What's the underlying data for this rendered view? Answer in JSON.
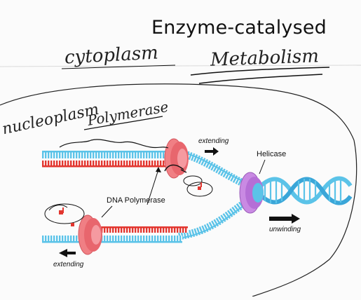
{
  "title": "Enzyme-catalysed",
  "handwriting": {
    "cytoplasm": "cytoplasm",
    "metabolism": "Metabolism",
    "nucleoplasm": "nucleoplasm",
    "polymerase": "Polymerase"
  },
  "labels": {
    "extending_top": "extending",
    "helicase": "Helicase",
    "dna_polymerase": "DNA Polymerase",
    "unwinding": "unwinding",
    "extending_bottom": "extending"
  },
  "colors": {
    "strand_blue": "#5bc3e8",
    "strand_red": "#e2362f",
    "polymerase": "#f07f84",
    "helicase": "#c98ae3",
    "ink": "#1a1a1a"
  }
}
